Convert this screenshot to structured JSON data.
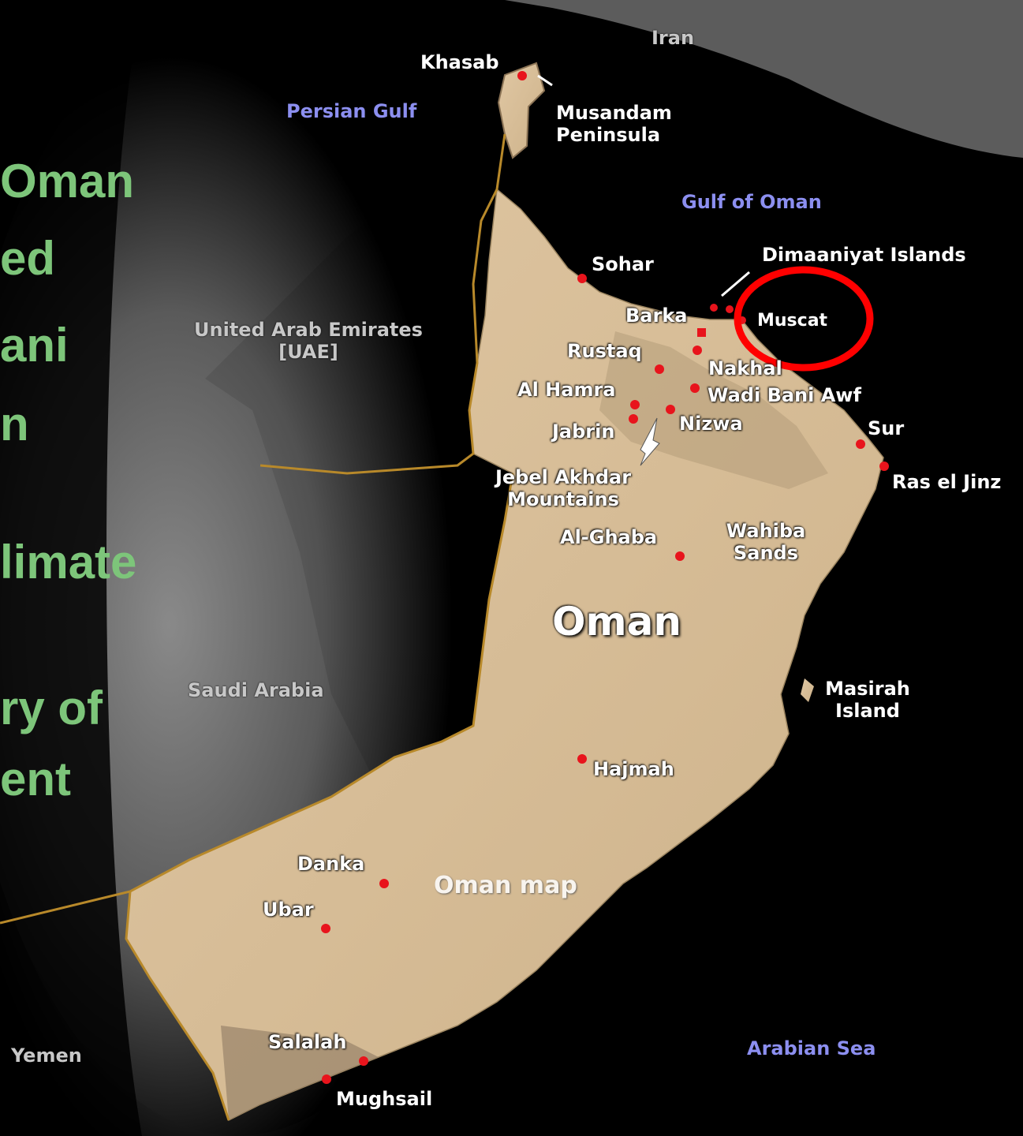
{
  "slide_text_fragments": [
    "Oman",
    "ed",
    "ani",
    "n",
    "limate",
    "ry of",
    "ent"
  ],
  "map": {
    "water_labels": {
      "persian_gulf": "Persian Gulf",
      "gulf_of_oman": "Gulf of Oman",
      "arabian_sea": "Arabian Sea"
    },
    "countries": {
      "iran": "Iran",
      "uae": "United Arab Emirates",
      "uae_abbr": "[UAE]",
      "saudi_arabia": "Saudi Arabia",
      "yemen": "Yemen",
      "oman": "Oman"
    },
    "places": {
      "khasab": "Khasab",
      "musandam_1": "Musandam",
      "musandam_2": "Peninsula",
      "sohar": "Sohar",
      "dimaaniyat": "Dimaaniyat Islands",
      "barka": "Barka",
      "muscat": "Muscat",
      "rustaq": "Rustaq",
      "nakhal": "Nakhal",
      "al_hamra": "Al Hamra",
      "wadi_bani_awf": "Wadi Bani Awf",
      "jabrin": "Jabrin",
      "nizwa": "Nizwa",
      "sur": "Sur",
      "ras_el_jinz": "Ras el Jinz",
      "jebel_1": "Jebel Akhdar",
      "jebel_2": "Mountains",
      "al_ghaba": "Al-Ghaba",
      "wahiba_1": "Wahiba",
      "wahiba_2": "Sands",
      "masirah_1": "Masirah",
      "masirah_2": "Island",
      "hajmah": "Hajmah",
      "danka": "Danka",
      "ubar": "Ubar",
      "salalah": "Salalah",
      "mughsail": "Mughsail"
    },
    "watermark": "Oman map",
    "colors": {
      "land": "#d8bf9c",
      "sea": "#000000",
      "border": "#b8892a",
      "city_marker": "#e8141c",
      "highlight_circle": "#ff0000",
      "bullet_text": "#7dc57a",
      "water_label": "#8c8ff0"
    }
  }
}
